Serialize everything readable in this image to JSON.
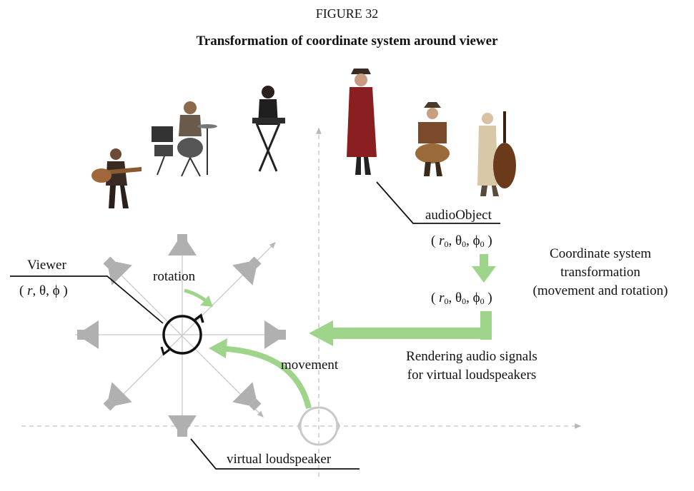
{
  "figure": {
    "label": "FIGURE 32",
    "title": "Transformation of coordinate system around viewer"
  },
  "labels": {
    "viewer": "Viewer",
    "viewer_coords": {
      "r": "r",
      "theta": "θ",
      "phi": "ϕ"
    },
    "audio_object": "audioObject",
    "object_coords": {
      "r": "r",
      "sub": "0",
      "theta": "θ",
      "phi": "ϕ"
    },
    "rotation": "rotation",
    "movement": "movement",
    "transform_line1": "Coordinate system",
    "transform_line2": "transformation",
    "transform_line3": "(movement and rotation)",
    "render_line1": "Rendering audio signals",
    "render_line2": "for virtual loudspeakers",
    "virtual_loudspeaker": "virtual loudspeaker"
  },
  "colors": {
    "arrow_green": "#9fd48b",
    "speaker_gray": "#b0b0b0",
    "axis_gray": "#b8b8b8",
    "leader_line": "#111111"
  },
  "icons": {
    "performers": [
      "guitarist-icon",
      "drummer-icon",
      "keyboardist-icon",
      "singer-icon",
      "accordionist-icon",
      "bassist-icon"
    ],
    "speaker": "loudspeaker-icon",
    "listener": "listener-head-icon"
  }
}
